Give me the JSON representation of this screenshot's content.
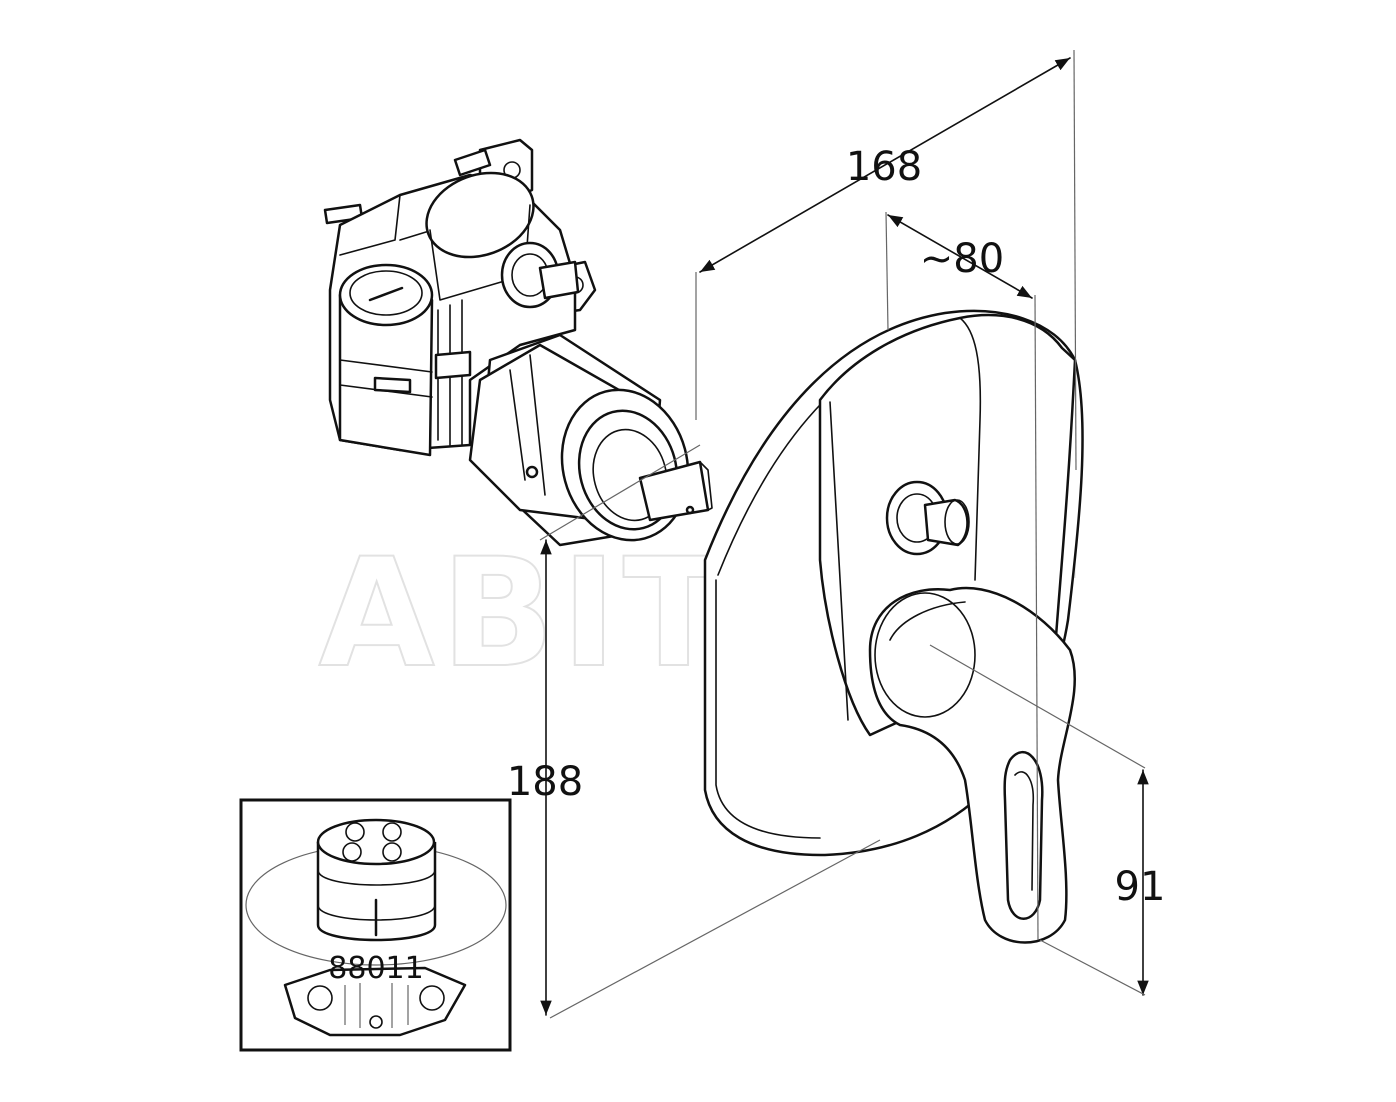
{
  "dimensions": {
    "width_overall": "168",
    "depth": "~80",
    "height_overall": "188",
    "handle_height": "91"
  },
  "inset": {
    "article_number": "88011"
  },
  "watermark": {
    "text": "ABITANT"
  }
}
